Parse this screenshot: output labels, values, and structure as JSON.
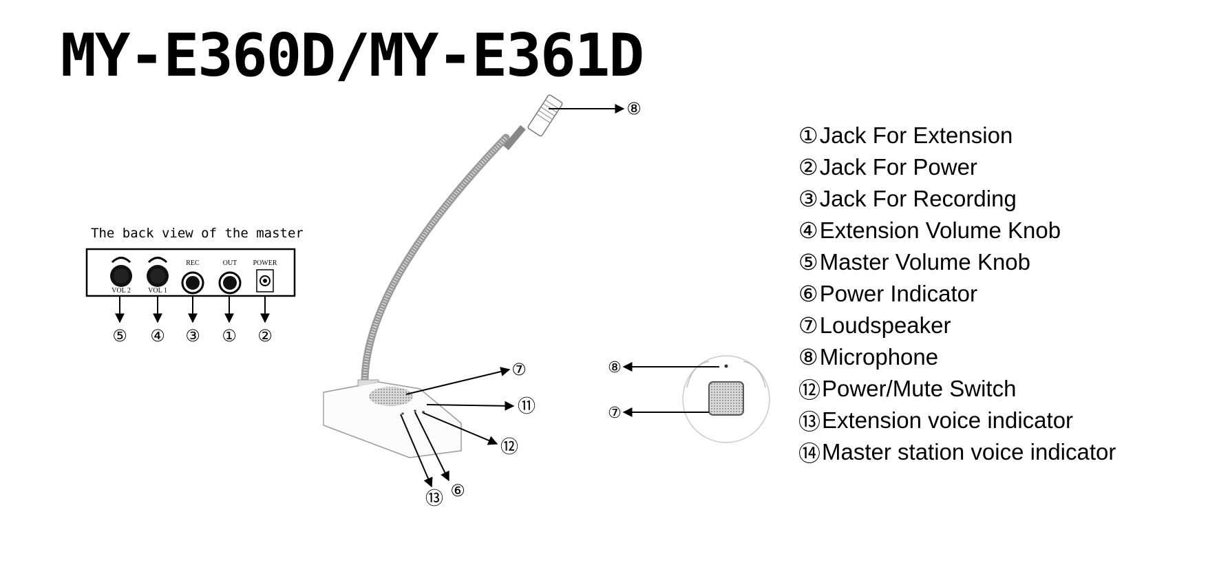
{
  "title": "MY-E360D/MY-E361D",
  "back_view_caption": "The back view of the master",
  "back_panel": {
    "jack_labels": [
      "VOL 2",
      "VOL 1",
      "REC",
      "OUT",
      "POWER"
    ],
    "callouts": [
      "⑤",
      "④",
      "③",
      "①",
      "②"
    ]
  },
  "main_callouts": {
    "microphone_tip": "⑧",
    "speaker": "⑦",
    "front_right": "⑪",
    "switch": "⑫",
    "indicator_left": "⑬",
    "indicator_right": "⑥"
  },
  "top_view_callouts": {
    "mic": "⑧",
    "speaker": "⑦"
  },
  "legend": [
    {
      "num": "①",
      "text": "Jack For Extension"
    },
    {
      "num": "②",
      "text": "Jack For Power"
    },
    {
      "num": "③",
      "text": "Jack For Recording"
    },
    {
      "num": "④",
      "text": "Extension Volume Knob"
    },
    {
      "num": "⑤",
      "text": "Master Volume Knob"
    },
    {
      "num": "⑥",
      "text": "Power Indicator"
    },
    {
      "num": "⑦",
      "text": "Loudspeaker"
    },
    {
      "num": "⑧",
      "text": "Microphone"
    },
    {
      "num": "⑫",
      "text": "Power/Mute Switch"
    },
    {
      "num": "⑬",
      "text": "Extension voice indicator"
    },
    {
      "num": "⑭",
      "text": "Master station voice indicator"
    }
  ]
}
